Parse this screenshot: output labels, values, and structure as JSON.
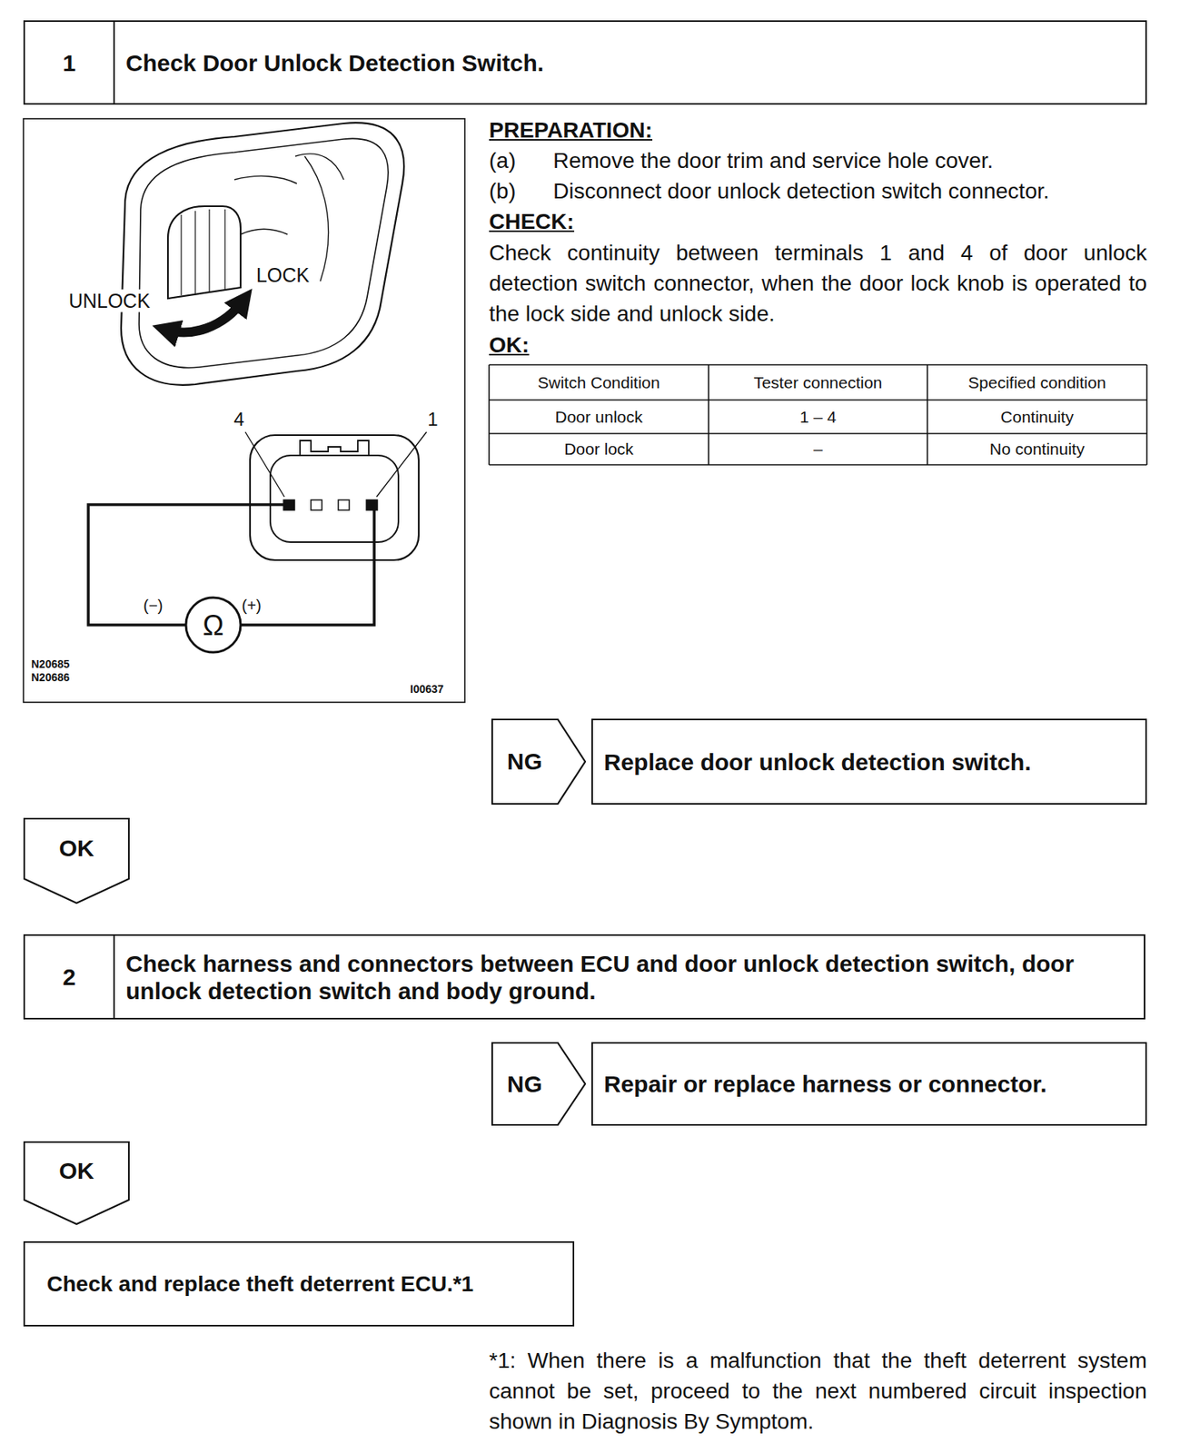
{
  "diagram": {
    "nodes": [
      {
        "text": [
          "1",
          "Check Door Unlock Detection Switch."
        ]
      },
      {
        "text": [
          "NG"
        ]
      },
      {
        "text": [
          "Replace door unlock detection switch."
        ]
      },
      {
        "text": [
          "OK"
        ]
      },
      {
        "text": [
          "2",
          "Check harness and connectors between ECU and door unlock detection switch, door unlock detection switch and body ground."
        ]
      },
      {
        "text": [
          "NG"
        ]
      },
      {
        "text": [
          "Repair or replace harness or connector."
        ]
      },
      {
        "text": [
          "OK"
        ]
      },
      {
        "text": [
          "Check and replace theft deterrent ECU.*1"
        ]
      }
    ],
    "labels": [
      "PREPARATION:",
      "(a)",
      "Remove the door trim and service hole cover.",
      "(b)",
      "Disconnect door unlock detection switch connector.",
      "CHECK:",
      "Check continuity between terminals 1 and 4 of door unlock detection switch connector, when the door lock knob is operated to the lock side and unlock side.",
      "OK:",
      "Switch Condition",
      "Tester connection",
      "Specified condition",
      "Door unlock",
      "1 – 4",
      "Continuity",
      "Door lock",
      "–",
      "No continuity",
      "UNLOCK",
      "LOCK",
      "4",
      "1",
      "(−)",
      "(+)",
      "Ω",
      "N20685",
      "N20686",
      "I00637",
      "*1: When there is a malfunction that the theft deterrent system cannot be set, proceed to the next numbered circuit inspection shown in Diagnosis By Symptom."
    ]
  }
}
